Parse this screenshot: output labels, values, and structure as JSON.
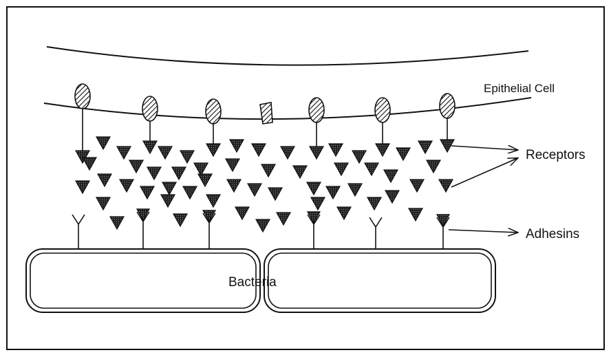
{
  "labels": {
    "epithelial_cell": "Epithelial Cell",
    "receptors": "Receptors",
    "adhesins": "Adhesins",
    "bacteria": "Bacteria"
  },
  "colors": {
    "ink": "#111111",
    "background": "#ffffff"
  }
}
